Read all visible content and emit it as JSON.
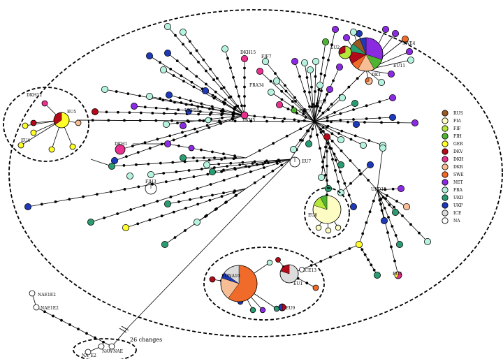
{
  "legend": [
    {
      "code": "RUS",
      "color": "#9c5a23"
    },
    {
      "code": "FIA",
      "color": "#fdfcc3"
    },
    {
      "code": "FIF",
      "color": "#b5e63a"
    },
    {
      "code": "FIH",
      "color": "#4fb431"
    },
    {
      "code": "GER",
      "color": "#ffff2a"
    },
    {
      "code": "DKV",
      "color": "#b30a1a"
    },
    {
      "code": "DKH",
      "color": "#e8308e"
    },
    {
      "code": "DKR",
      "color": "#f7be95"
    },
    {
      "code": "SWE",
      "color": "#f06a2a"
    },
    {
      "code": "NET",
      "color": "#8a2be2"
    },
    {
      "code": "FRA",
      "color": "#b6f2e0"
    },
    {
      "code": "UKD",
      "color": "#2b9c72"
    },
    {
      "code": "UKP",
      "color": "#1e3ab8"
    },
    {
      "code": "ICE",
      "color": "#dcdcdc"
    },
    {
      "code": "NA",
      "color": "#ffffff"
    }
  ],
  "labels": {
    "swe4": "SWE4",
    "eu2": "EU2",
    "eu11": "EU11",
    "dk1": "DK1",
    "eu8": "EU8",
    "dkh15": "DKH15",
    "fif7": "FIF7",
    "fra34": "FRA34",
    "fih5": "FIH5",
    "dkh5": "DKH5",
    "ukp50": "UKP50",
    "dkh12": "DKH12",
    "eu5": "EU5",
    "eu4": "EU4",
    "dkh1": "DKH1",
    "fih3": "FIH3",
    "eu7": "EU7",
    "ukd15": "UKD15",
    "eu6": "EU6",
    "euna10": "EUNA10",
    "eu1": "EU1",
    "ice13": "ICE13",
    "eu9": "EU9",
    "eu3": "EU3",
    "nae1e2a": "NAE1E2",
    "nae1e2b": "NAE1E2",
    "naw": "NAW",
    "nae": "NAE",
    "nae2": "NA_E2"
  },
  "changes_label": "26 changes"
}
